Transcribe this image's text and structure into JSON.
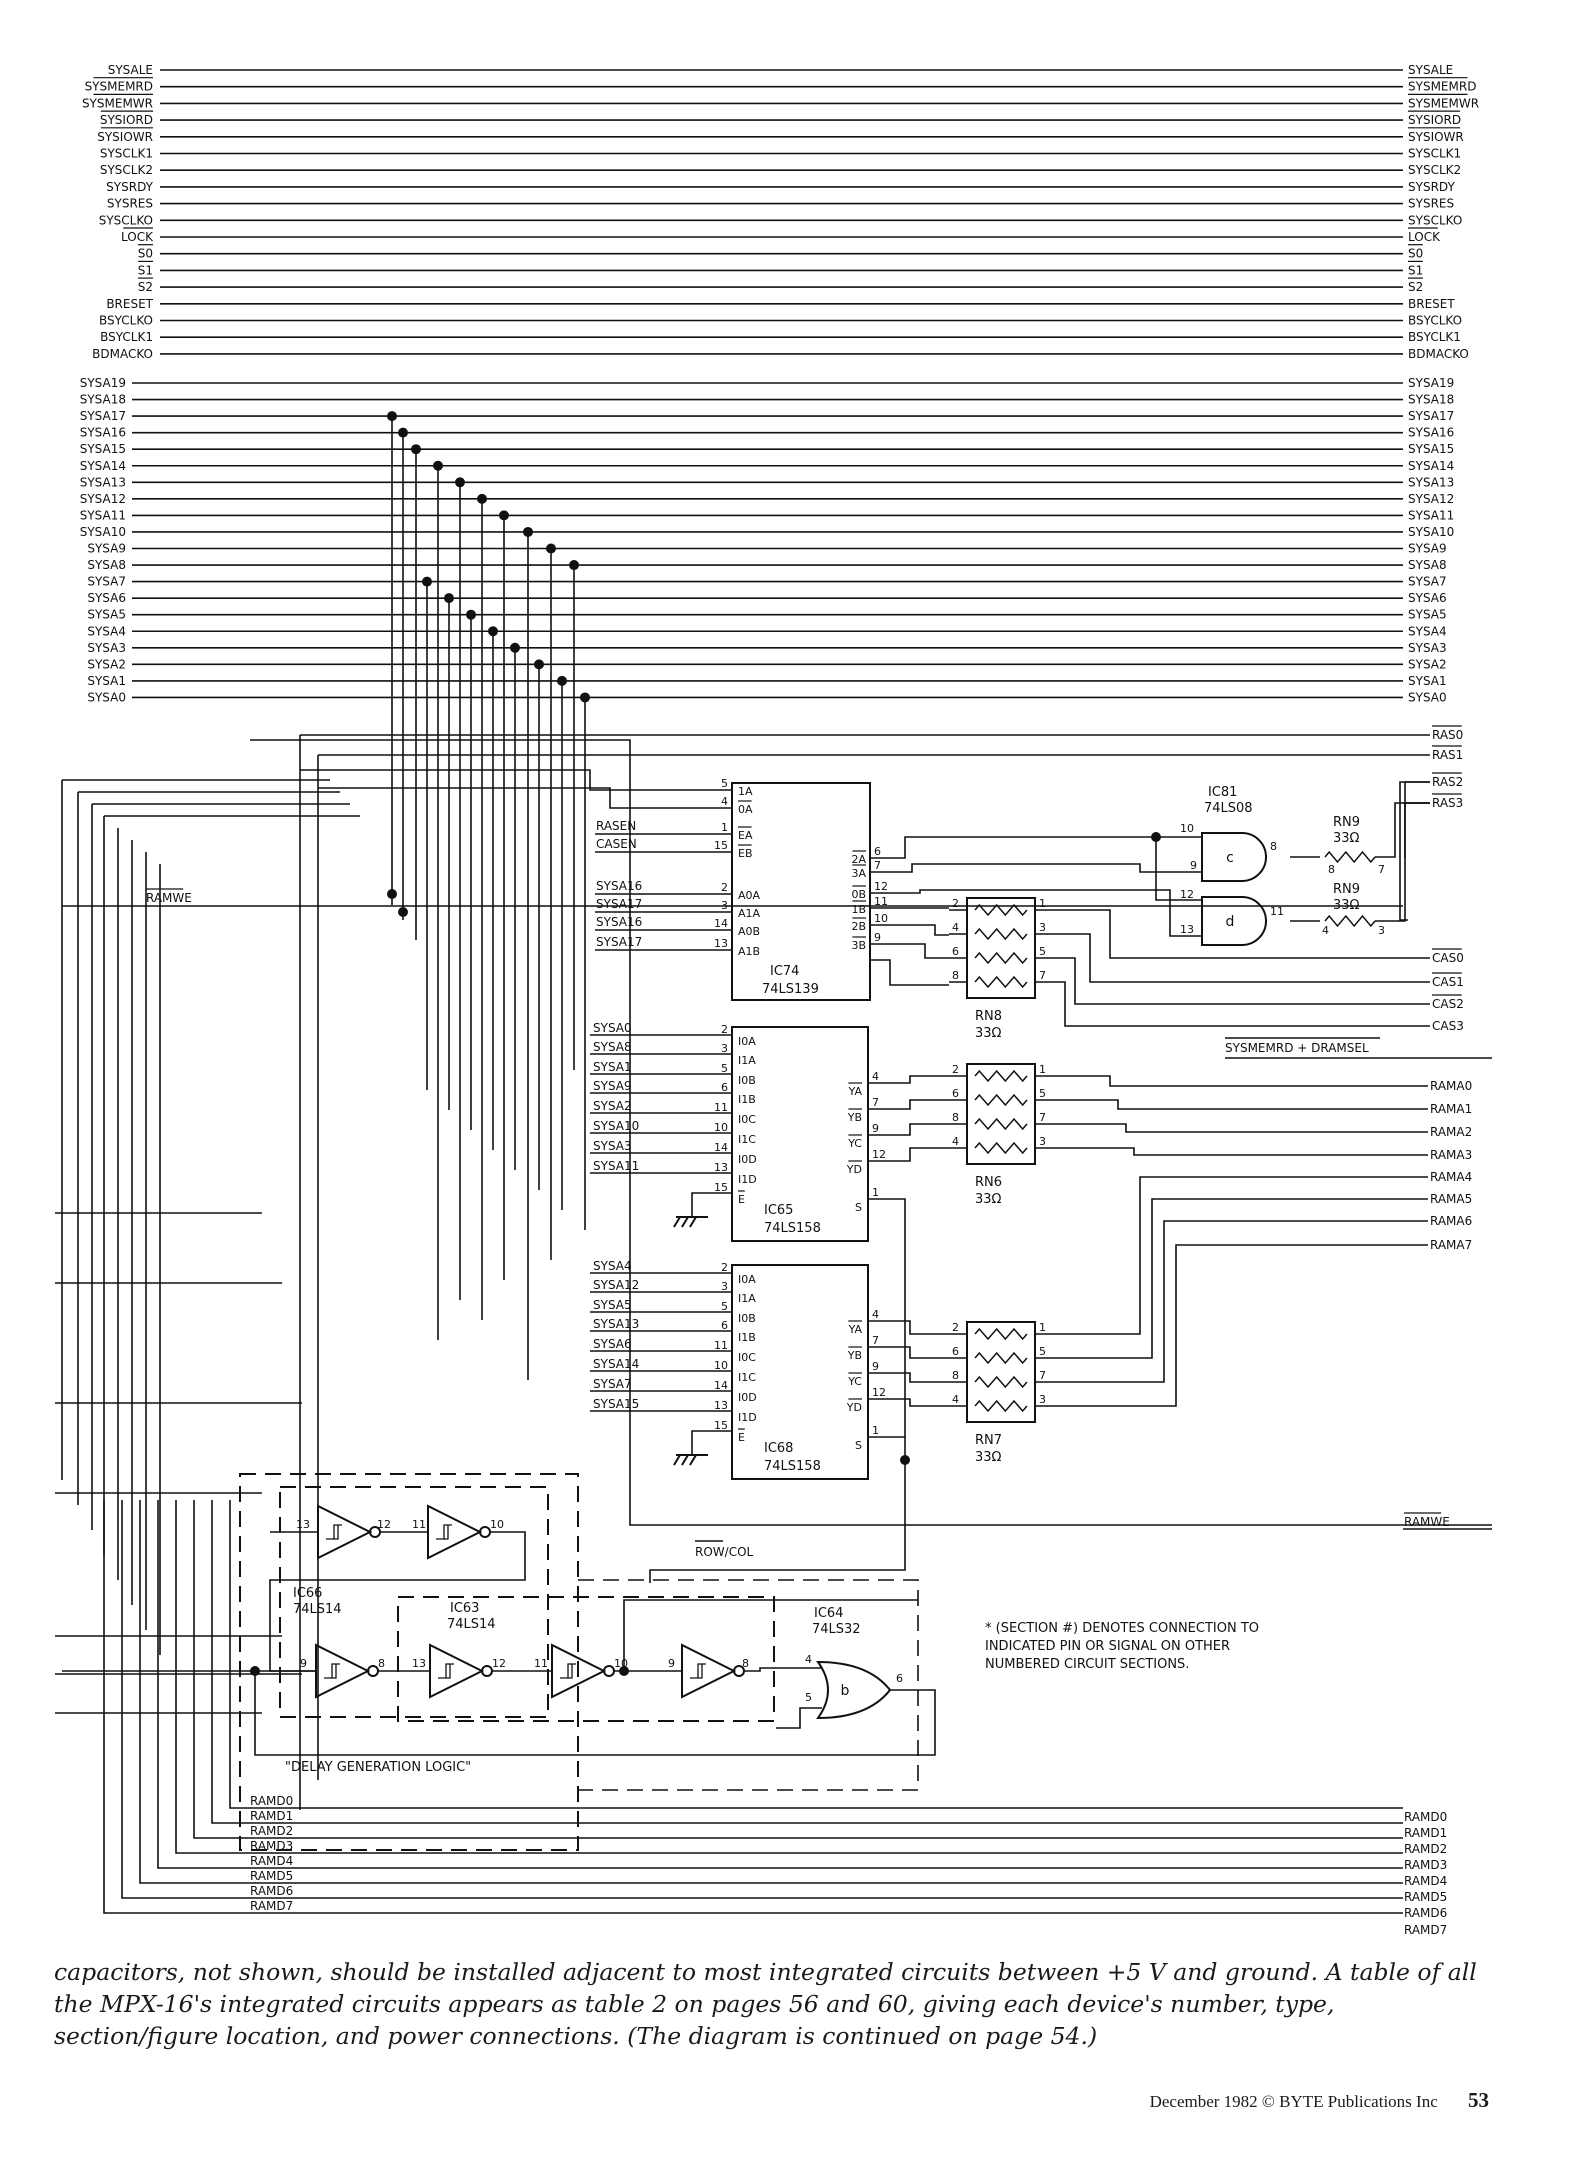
{
  "bus_signals": {
    "control": [
      "SYSALE",
      "SYSMEMRD",
      "SYSMEMWR",
      "SYSIORD",
      "SYSIOWR",
      "SYSCLK1",
      "SYSCLK2",
      "SYSRDY",
      "SYSRES",
      "SYSCLKO",
      "LOCK",
      "S0",
      "S1",
      "S2",
      "BRESET",
      "BSYCLKO",
      "BSYCLK1",
      "BDMACKO"
    ],
    "control_overbar": [
      false,
      true,
      true,
      true,
      true,
      false,
      false,
      false,
      false,
      false,
      true,
      true,
      true,
      true,
      false,
      false,
      false,
      false
    ],
    "address": [
      "SYSA19",
      "SYSA18",
      "SYSA17",
      "SYSA16",
      "SYSA15",
      "SYSA14",
      "SYSA13",
      "SYSA12",
      "SYSA11",
      "SYSA10",
      "SYSA9",
      "SYSA8",
      "SYSA7",
      "SYSA6",
      "SYSA5",
      "SYSA4",
      "SYSA3",
      "SYSA2",
      "SYSA1",
      "SYSA0"
    ]
  },
  "outputs": {
    "ras": [
      "RAS0",
      "RAS1",
      "RAS2",
      "RAS3"
    ],
    "cas": [
      "CAS0",
      "CAS1",
      "CAS2",
      "CAS3"
    ],
    "rama": [
      "RAMA0",
      "RAMA1",
      "RAMA2",
      "RAMA3",
      "RAMA4",
      "RAMA5",
      "RAMA6",
      "RAMA7"
    ],
    "ramd": [
      "RAMD0",
      "RAMD1",
      "RAMD2",
      "RAMD3",
      "RAMD4",
      "RAMD5",
      "RAMD6",
      "RAMD7"
    ],
    "ramwe": "RAMWE",
    "sysmemrd_dramsel": "SYSMEMRD + DRAMSEL",
    "row_col": "ROW/COL"
  },
  "ic74": {
    "name": "IC74",
    "type": "74LS139",
    "in_labels": [
      "RASEN",
      "CASEN",
      "SYSA16",
      "SYSA17",
      "SYSA16",
      "SYSA17"
    ],
    "in_pins": [
      "5",
      "4",
      "1",
      "15",
      "2",
      "3",
      "14",
      "13"
    ],
    "in_names": [
      "1A",
      "0A",
      "EA",
      "EB",
      "A0A",
      "A1A",
      "A0B",
      "A1B"
    ],
    "out_pins": [
      "6",
      "7",
      "12",
      "11",
      "10",
      "9"
    ],
    "out_names": [
      "2A",
      "3A",
      "0B",
      "1B",
      "2B",
      "3B"
    ]
  },
  "ic65": {
    "name": "IC65",
    "type": "74LS158",
    "in_labels": [
      "SYSA0",
      "SYSA8",
      "SYSA1",
      "SYSA9",
      "SYSA2",
      "SYSA10",
      "SYSA3",
      "SYSA11"
    ],
    "in_pins": [
      "2",
      "3",
      "5",
      "6",
      "11",
      "10",
      "14",
      "13",
      "15"
    ],
    "in_names": [
      "I0A",
      "I1A",
      "I0B",
      "I1B",
      "I0C",
      "I1C",
      "I0D",
      "I1D",
      "E"
    ],
    "out_pins": [
      "4",
      "7",
      "9",
      "12",
      "1"
    ],
    "out_names": [
      "YA",
      "YB",
      "YC",
      "YD",
      "S"
    ]
  },
  "ic68": {
    "name": "IC68",
    "type": "74LS158",
    "in_labels": [
      "SYSA4",
      "SYSA12",
      "SYSA5",
      "SYSA13",
      "SYSA6",
      "SYSA14",
      "SYSA7",
      "SYSA15"
    ],
    "in_pins": [
      "2",
      "3",
      "5",
      "6",
      "11",
      "10",
      "14",
      "13",
      "15"
    ],
    "in_names": [
      "I0A",
      "I1A",
      "I0B",
      "I1B",
      "I0C",
      "I1C",
      "I0D",
      "I1D",
      "E"
    ],
    "out_pins": [
      "4",
      "7",
      "9",
      "12",
      "1"
    ],
    "out_names": [
      "YA",
      "YB",
      "YC",
      "YD",
      "S"
    ]
  },
  "ic81": {
    "name": "IC81",
    "type": "74LS08",
    "gate_c": "c",
    "gate_d": "d",
    "pins_c": [
      "10",
      "9",
      "8"
    ],
    "pins_d": [
      "12",
      "13",
      "11"
    ]
  },
  "rn9": {
    "name": "RN9",
    "value": "33Ω",
    "pins_top": [
      "8",
      "7"
    ],
    "pins_bot": [
      "4",
      "3"
    ]
  },
  "rn8": {
    "name": "RN8",
    "value": "33Ω",
    "left_pins": [
      "2",
      "4",
      "6",
      "8"
    ],
    "right_pins": [
      "1",
      "3",
      "5",
      "7"
    ]
  },
  "rn6": {
    "name": "RN6",
    "value": "33Ω",
    "left_pins": [
      "2",
      "6",
      "8",
      "4"
    ],
    "right_pins": [
      "1",
      "5",
      "7",
      "3"
    ]
  },
  "rn7": {
    "name": "RN7",
    "value": "33Ω",
    "left_pins": [
      "2",
      "6",
      "8",
      "4"
    ],
    "right_pins": [
      "1",
      "5",
      "7",
      "3"
    ]
  },
  "delay": {
    "title": "\"DELAY GENERATION LOGIC\"",
    "ic66": "IC66",
    "ic66_type": "74LS14",
    "ic63": "IC63",
    "ic63_type": "74LS14",
    "ic64": "IC64",
    "ic64_type": "74LS32",
    "gate_b": "b",
    "p13": "13",
    "p12": "12",
    "p11": "11",
    "p10": "10",
    "p9": "9",
    "p8": "8",
    "p4": "4",
    "p5": "5",
    "p6": "6"
  },
  "note": [
    "* (SECTION #) DENOTES CONNECTION TO",
    "INDICATED PIN OR SIGNAL ON OTHER",
    "NUMBERED CIRCUIT SECTIONS."
  ],
  "caption": "capacitors, not shown, should be installed adjacent to most integrated circuits between +5 V and ground. A table of all the MPX-16's integrated circuits appears as table 2 on pages 56 and 60, giving each device's number, type, section/figure location, and power connections. (The diagram is continued on page 54.)",
  "footer": {
    "credit": "December 1982 © BYTE Publications Inc",
    "page": "53"
  }
}
